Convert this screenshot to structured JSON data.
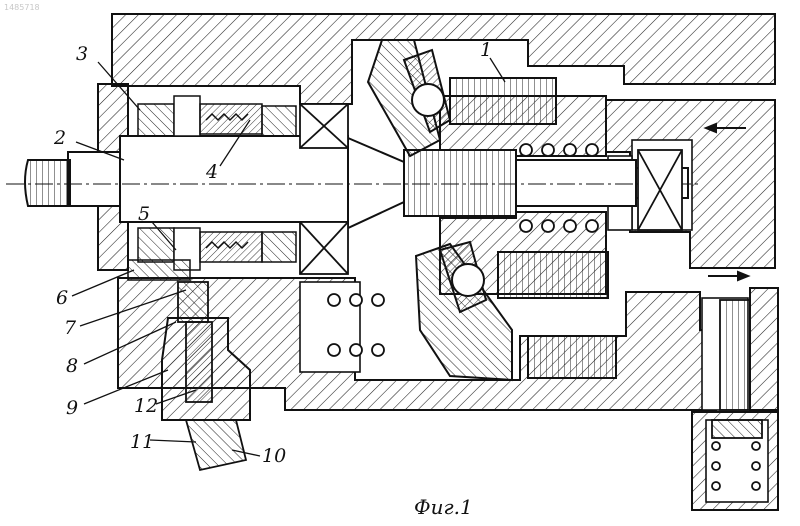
{
  "document_id": "1485718",
  "caption": "Фиг.1",
  "part_labels": [
    "1",
    "2",
    "3",
    "4",
    "5",
    "6",
    "7",
    "8",
    "9",
    "10",
    "11",
    "12"
  ],
  "colors": {
    "ink": "#111111",
    "paper": "#ffffff",
    "hatch": "#222222",
    "stamp": "#c8c8c8"
  }
}
